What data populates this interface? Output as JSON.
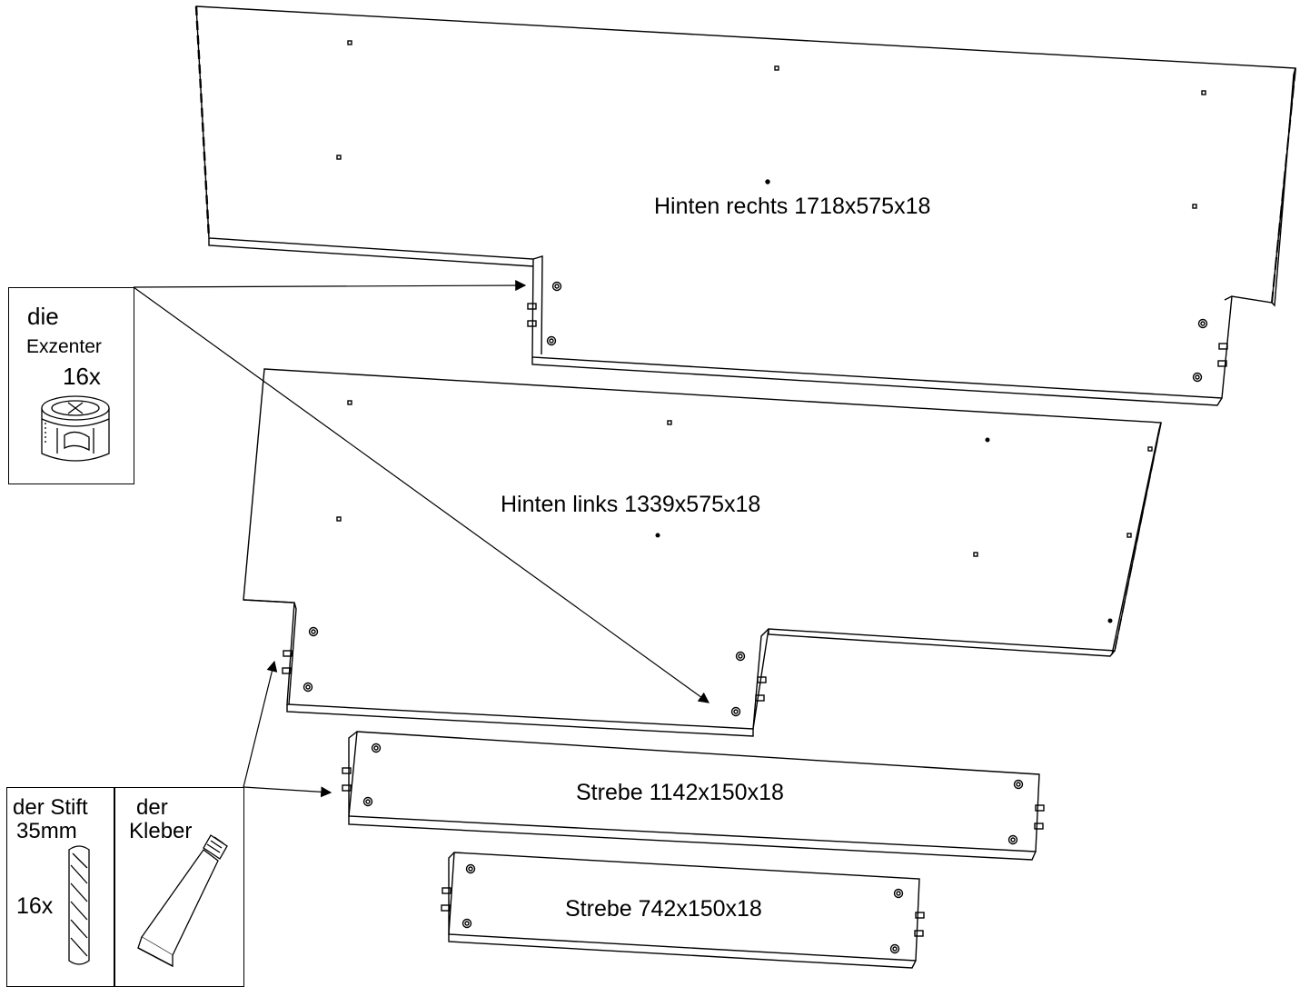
{
  "panels": {
    "back_right": "Hinten rechts 1718x575x18",
    "back_left": "Hinten links 1339x575x18",
    "strut_long": "Strebe 1142x150x18",
    "strut_short": "Strebe 742x150x18"
  },
  "hardware": {
    "cam": {
      "article": "die",
      "name": "Exzenter",
      "count": "16x"
    },
    "dowel": {
      "name_line1": "der Stift",
      "name_line2": "35mm",
      "count": "16x"
    },
    "glue": {
      "article": "der",
      "name": "Kleber"
    }
  },
  "colors": {
    "line": "#000000",
    "background": "#ffffff"
  }
}
